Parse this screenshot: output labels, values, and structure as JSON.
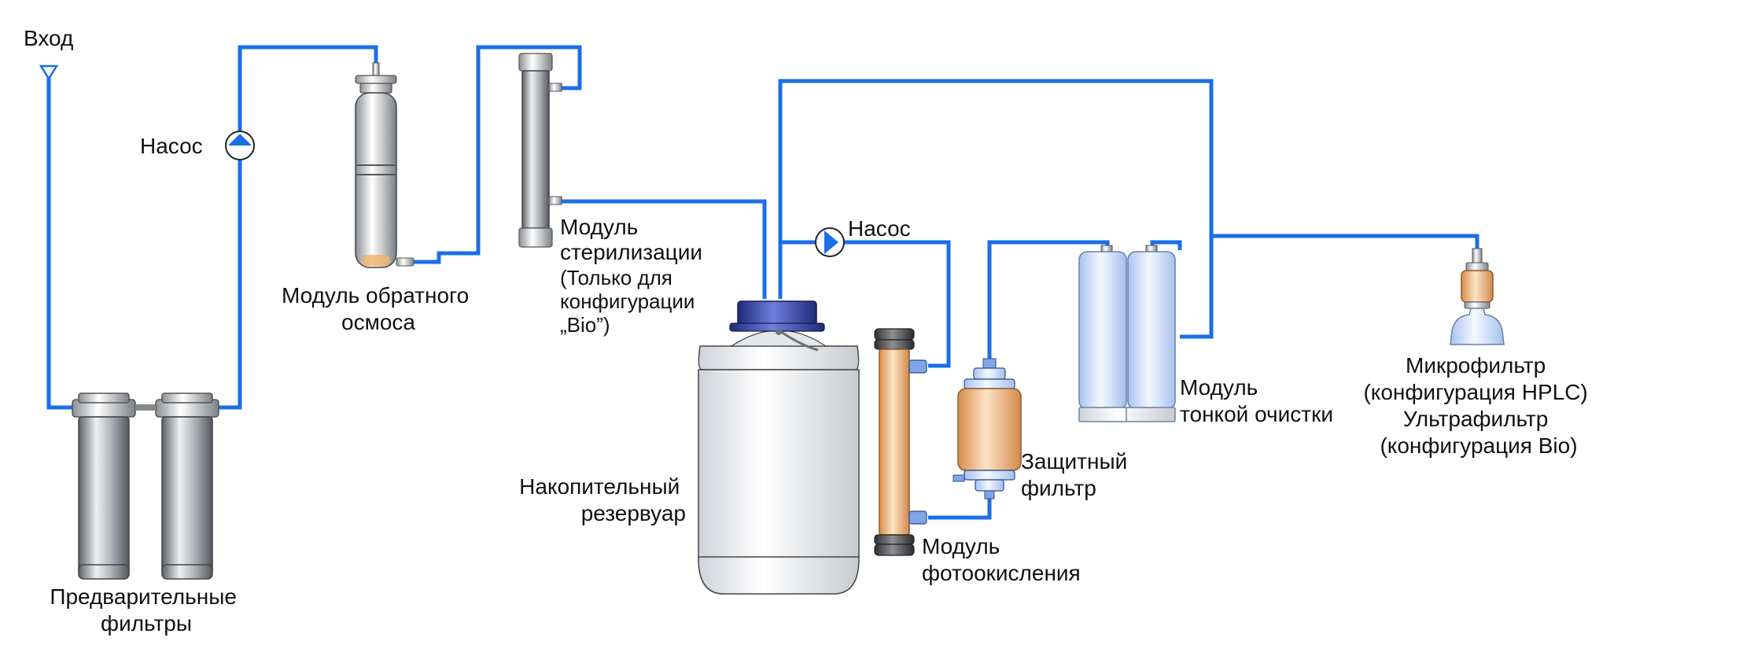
{
  "colors": {
    "pipe": "#1a6fe6",
    "pump_fill": "#1a6fe6",
    "metal": "#9aa0a6",
    "reservoir_cap": "#3b4db0",
    "photo_module": "#f2b27a",
    "polishing": "#cfe0fb",
    "final_filter": "#f0a556"
  },
  "icons": {
    "pump": "pump-icon",
    "inlet": "inlet-arrow-icon"
  },
  "labels": {
    "inlet": "Вход",
    "pump1": "Насос",
    "pump2": "Насос",
    "prefilters": [
      "Предварительные",
      "фильтры"
    ],
    "ro": [
      "Модуль обратного",
      "осмоса"
    ],
    "sterilization": [
      "Модуль",
      "стерилизации"
    ],
    "sterilization_note": [
      "(Только для",
      "конфигурации",
      "„Bio”)"
    ],
    "reservoir": [
      "Накопительный",
      "резервуар"
    ],
    "photooxidation": [
      "Модуль",
      "фотоокисления"
    ],
    "guard_filter": [
      "Защитный",
      "фильтр"
    ],
    "polishing": [
      "Модуль",
      "тонкой очистки"
    ],
    "final_filter": [
      "Микрофильтр",
      "(конфигурация HPLC)",
      "Ультрафильтр",
      "(конфигурация Bio)"
    ]
  }
}
